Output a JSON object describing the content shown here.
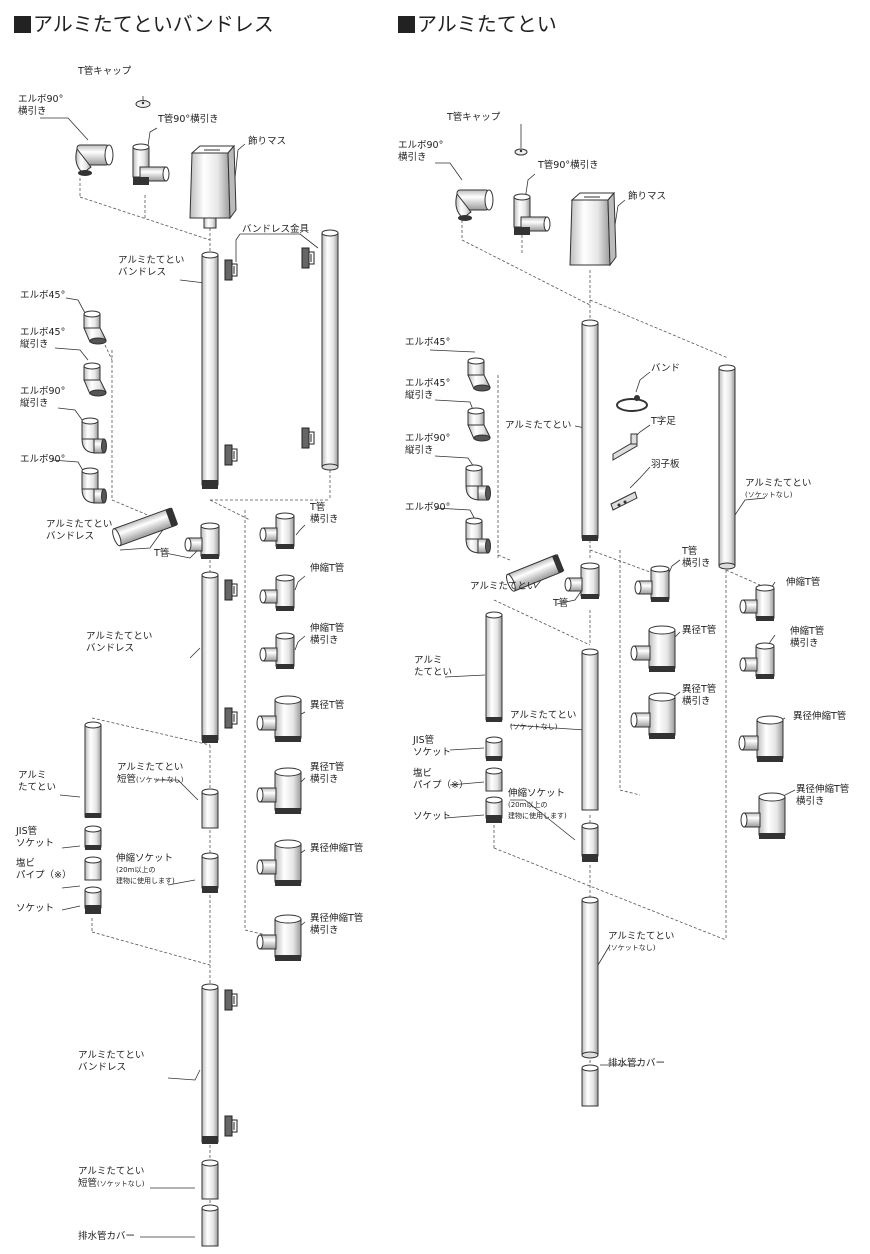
{
  "left": {
    "title": "アルミたてといバンドレス",
    "labels": {
      "t_cap": "T管キャップ",
      "elbow90_h_1": "エルボ90°",
      "elbow90_h_2": "横引き",
      "t90_h": "T管90°横引き",
      "kazari": "飾りマス",
      "bandless_kanagu": "バンドレス金具",
      "pipe_bl_1": "アルミたてとい",
      "pipe_bl_2": "バンドレス",
      "elbow45": "エルボ45°",
      "elbow45_v_1": "エルボ45°",
      "elbow45_v_2": "縦引き",
      "elbow90_v_1": "エルボ90°",
      "elbow90_v_2": "縦引き",
      "elbow90": "エルボ90°",
      "pipe_bl2_1": "アルミたてとい",
      "pipe_bl2_2": "バンドレス",
      "t_pipe": "T管",
      "t_h_1": "T管",
      "t_h_2": "横引き",
      "shin_t": "伸縮T管",
      "shin_t_h_1": "伸縮T管",
      "shin_t_h_2": "横引き",
      "pipe_bl3_1": "アルミたてとい",
      "pipe_bl3_2": "バンドレス",
      "ikei_t": "異径T管",
      "ikei_t_h_1": "異径T管",
      "ikei_t_h_2": "横引き",
      "alumi_1": "アルミ",
      "alumi_2": "たてとい",
      "short_1": "アルミたてとい",
      "short_2": "短管",
      "short_note": "(ソケットなし)",
      "jis_1": "JIS管",
      "jis_2": "ソケット",
      "enbi_1": "塩ビ",
      "enbi_2": "パイプ（※）",
      "socket": "ソケット",
      "shin_socket_1": "伸縮ソケット",
      "shin_socket_2": "(20m以上の",
      "shin_socket_3": "建物に使用します)",
      "ikei_shin_t": "異径伸縮T管",
      "ikei_shin_t_h_1": "異径伸縮T管",
      "ikei_shin_t_h_2": "横引き",
      "pipe_bl4_1": "アルミたてとい",
      "pipe_bl4_2": "バンドレス",
      "short2_1": "アルミたてとい",
      "short2_2": "短管",
      "short2_note": "(ソケットなし)",
      "drain": "排水管カバー"
    }
  },
  "right": {
    "title": "アルミたてとい",
    "labels": {
      "t_cap": "T管キャップ",
      "elbow90_h_1": "エルボ90°",
      "elbow90_h_2": "横引き",
      "t90_h": "T管90°横引き",
      "kazari": "飾りマス",
      "elbow45": "エルボ45°",
      "band": "バンド",
      "elbow45_v_1": "エルボ45°",
      "elbow45_v_2": "縦引き",
      "pipe": "アルミたてとい",
      "t_ashi": "T字足",
      "elbow90_v_1": "エルボ90°",
      "elbow90_v_2": "縦引き",
      "hane": "羽子板",
      "pipe_nosock_1": "アルミたてとい",
      "pipe_nosock_2": "(ソケットなし)",
      "elbow90": "エルボ90°",
      "t_h_1": "T管",
      "t_h_2": "横引き",
      "pipe2": "アルミたてとい",
      "t_pipe": "T管",
      "shin_t": "伸縮T管",
      "ikei_t": "異径T管",
      "shin_t_h_1": "伸縮T管",
      "shin_t_h_2": "横引き",
      "alumi_1": "アルミ",
      "alumi_2": "たてとい",
      "ikei_t_h_1": "異径T管",
      "ikei_t_h_2": "横引き",
      "pipe3_1": "アルミたてとい",
      "pipe3_2": "(ソケットなし)",
      "ikei_shin_t": "異径伸縮T管",
      "jis_1": "JIS管",
      "jis_2": "ソケット",
      "enbi_1": "塩ビ",
      "enbi_2": "パイプ（※）",
      "shin_socket_1": "伸縮ソケット",
      "shin_socket_2": "(20m以上の",
      "shin_socket_3": "建物に使用します)",
      "ikei_shin_t_h_1": "異径伸縮T管",
      "ikei_shin_t_h_2": "横引き",
      "socket": "ソケット",
      "pipe4_1": "アルミたてとい",
      "pipe4_2": "(ソケットなし)",
      "drain": "排水管カバー"
    }
  }
}
